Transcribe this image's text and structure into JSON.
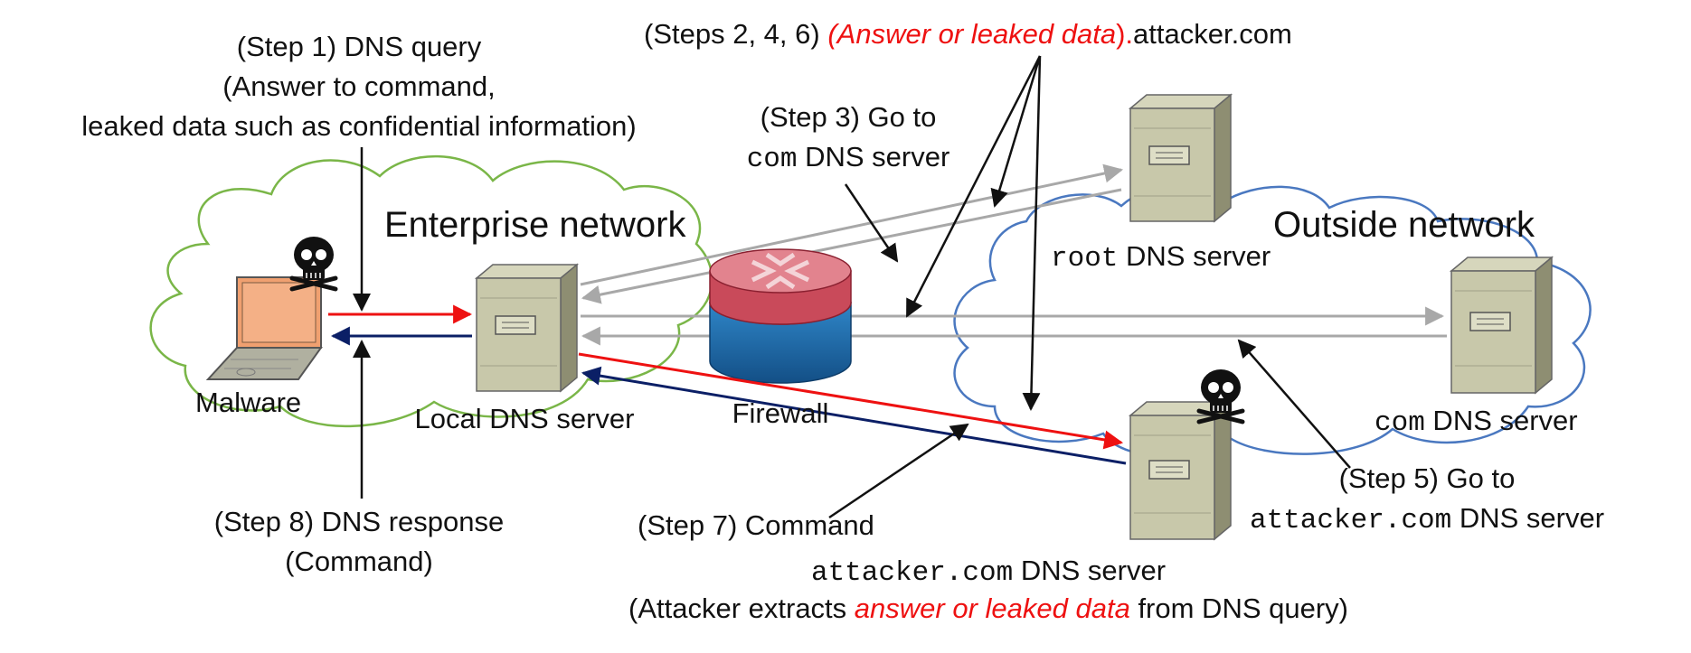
{
  "colors": {
    "query_arrow": "#ee1111",
    "response_arrow": "#0b1f66",
    "dns_path_arrow": "#a8a8a8",
    "enterprise_cloud": "#7ab648",
    "outside_cloud": "#4a78c0",
    "server_face": "#c8c8aa",
    "router_top": "#c94a5a",
    "router_base": "#1f6fb0",
    "highlight_text": "#ee1111"
  },
  "icons": [
    "skull-icon",
    "laptop-icon",
    "server-icon",
    "router-icon"
  ],
  "networks": {
    "enterprise": "Enterprise network",
    "outside": "Outside network"
  },
  "nodes": {
    "malware": "Malware",
    "local_dns": "Local DNS server",
    "firewall": "Firewall",
    "root_dns_mono": "root",
    "root_dns_text": " DNS server",
    "com_dns_mono": "com",
    "com_dns_text": " DNS server",
    "attacker_dns_mono": "attacker.com",
    "attacker_dns_text": " DNS server"
  },
  "steps": {
    "step1_line1": "(Step 1) DNS query",
    "step1_line2": "(Answer to command,",
    "step1_line3": "leaked data such as confidential information)",
    "step246_prefix": "(Steps 2, 4, 6) ",
    "step246_highlight": "(Answer or leaked data",
    "step246_close": ").",
    "step246_suffix": "attacker.com",
    "step3_line1": "(Step 3) Go to",
    "step3_mono": "com",
    "step3_text": " DNS server",
    "step5_line1": "(Step 5) Go to",
    "step5_mono": "attacker.com",
    "step5_text": " DNS server",
    "step7": "(Step 7) Command",
    "step8_line1": "(Step 8) DNS response",
    "step8_line2": "(Command)",
    "extract_prefix": "(Attacker extracts ",
    "extract_highlight": "answer or leaked data",
    "extract_suffix": " from DNS query)"
  }
}
